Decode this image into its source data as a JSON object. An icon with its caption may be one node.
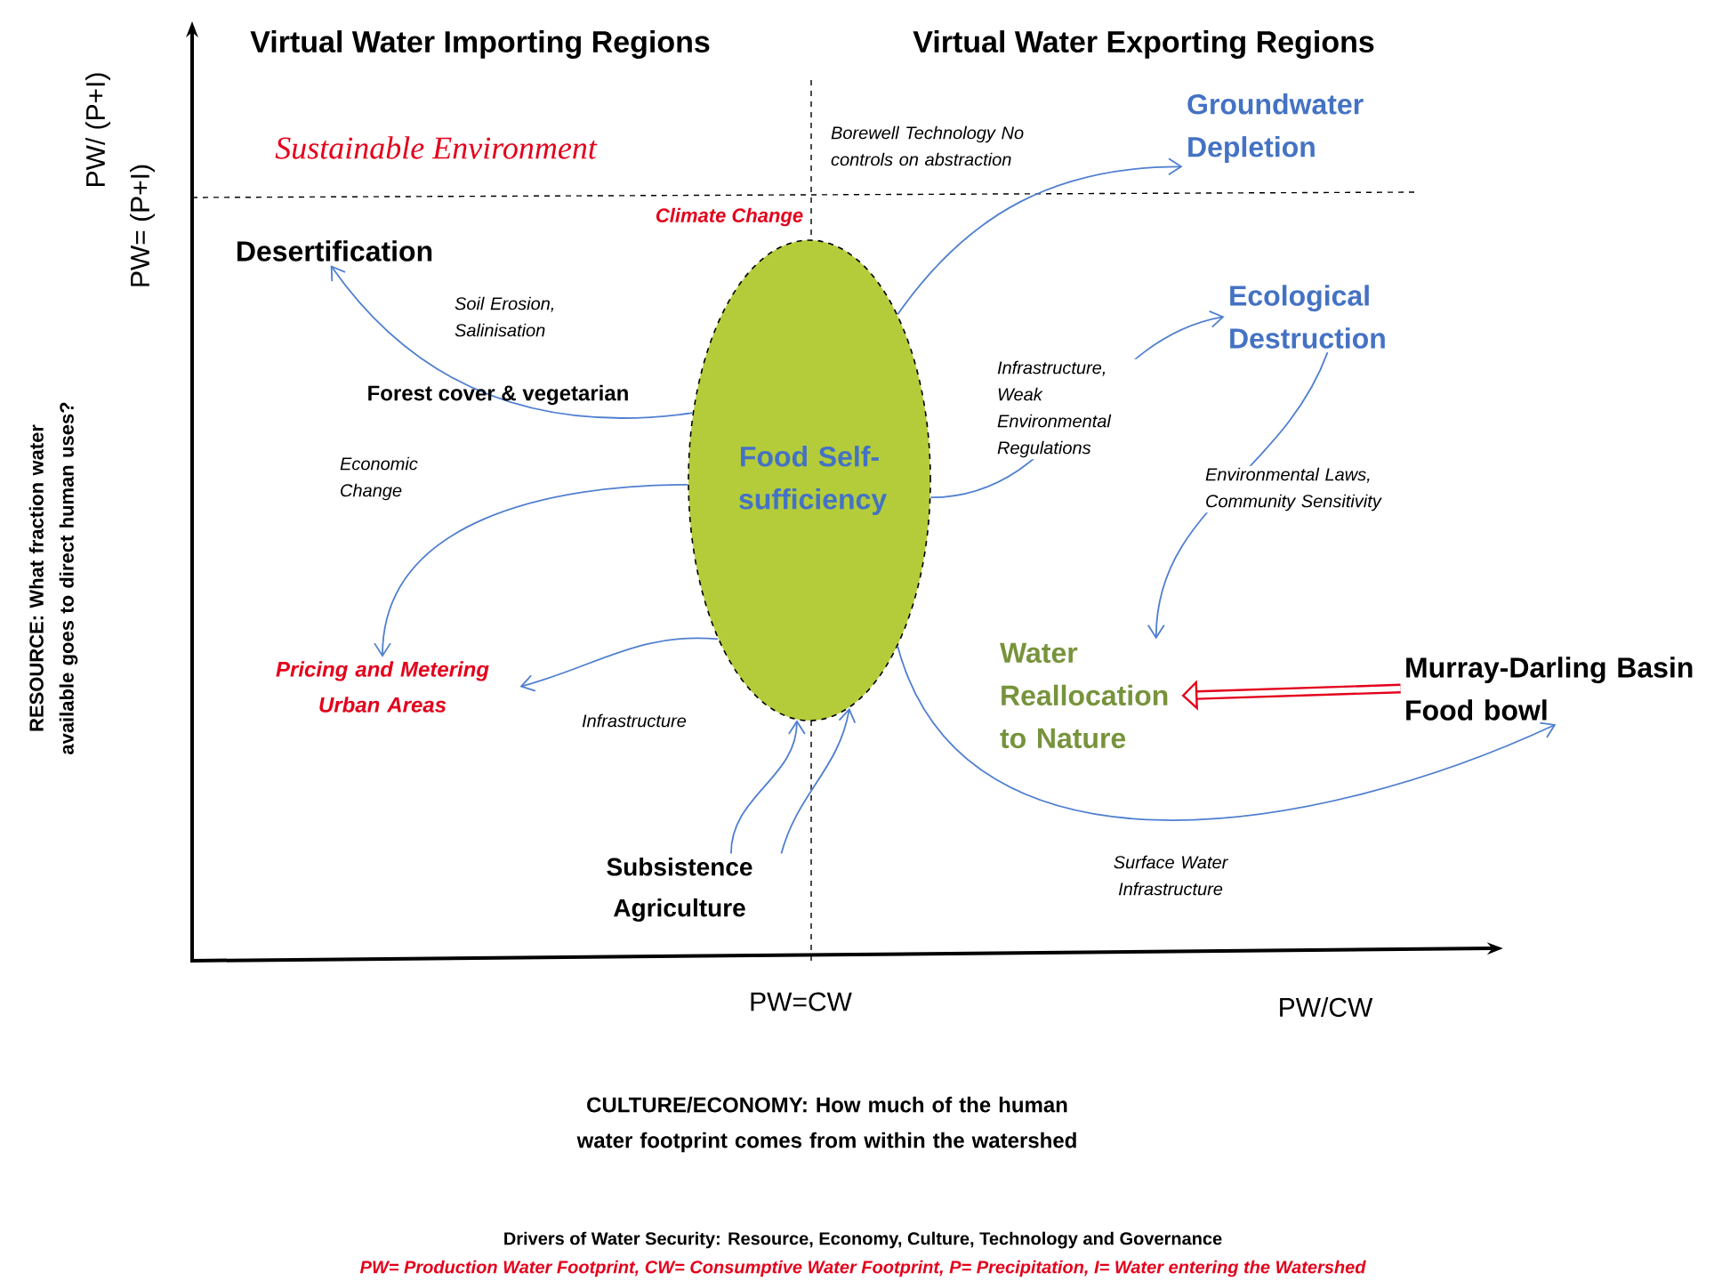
{
  "diagram": {
    "nodes": [
      {
        "text": [
          "Desertification"
        ]
      },
      {
        "text": [
          "Groundwater Depletion"
        ]
      },
      {
        "text": [
          "Food Self-sufficiency"
        ]
      },
      {
        "text": [
          "Ecological Destruction"
        ]
      },
      {
        "text": [
          "Pricing and Metering Urban Areas"
        ]
      },
      {
        "text": [
          "Water Reallocation to Nature"
        ]
      },
      {
        "text": [
          "Murray-Darling Basin Food bowl"
        ]
      },
      {
        "text": [
          "Subsistence Agriculture"
        ]
      }
    ],
    "edges": [
      {
        "from": 2,
        "to": 0,
        "arrow": "to",
        "label": "Soil Erosion, Salinisation"
      },
      {
        "from": 2,
        "to": 1,
        "arrow": "to",
        "label": "Borewell Technology No controls on abstraction"
      },
      {
        "from": 2,
        "to": 3,
        "arrow": "to",
        "label": "Infrastructure, Weak Environmental Regulations"
      },
      {
        "from": 2,
        "to": 4,
        "arrow": "to",
        "label": "Economic Change"
      },
      {
        "from": 2,
        "to": 4,
        "arrow": "to",
        "label": "Infrastructure"
      },
      {
        "from": 3,
        "to": 5,
        "arrow": "to",
        "label": "Environmental Laws, Community Sensitivity"
      },
      {
        "from": 6,
        "to": 5,
        "arrow": "to",
        "style": "thick",
        "color": "#e3001b"
      },
      {
        "from": 2,
        "to": 6,
        "arrow": "to",
        "label": "Surface Water Infrastructure"
      },
      {
        "from": 7,
        "to": 2,
        "arrow": "to"
      },
      {
        "from": 7,
        "to": 2,
        "arrow": "to"
      }
    ],
    "labels": [
      "Virtual Water Importing Regions",
      "Virtual Water Exporting Regions",
      "PW/ (P+I)",
      "PW= (P+I)",
      "Sustainable Environment",
      "Climate Change",
      "Forest cover & vegetarian",
      "RESOURCE: What fraction water available goes to direct human uses?",
      "PW=CW",
      "PW/CW",
      "CULTURE/ECONOMY: How much of the human water footprint comes from within the watershed",
      "Drivers of Water Security: Resource, Economy, Culture, Technology and Governance",
      "PW= Production Water Footprint, CW= Consumptive Water Footprint, P= Precipitation, I= Water entering the Watershed"
    ]
  }
}
